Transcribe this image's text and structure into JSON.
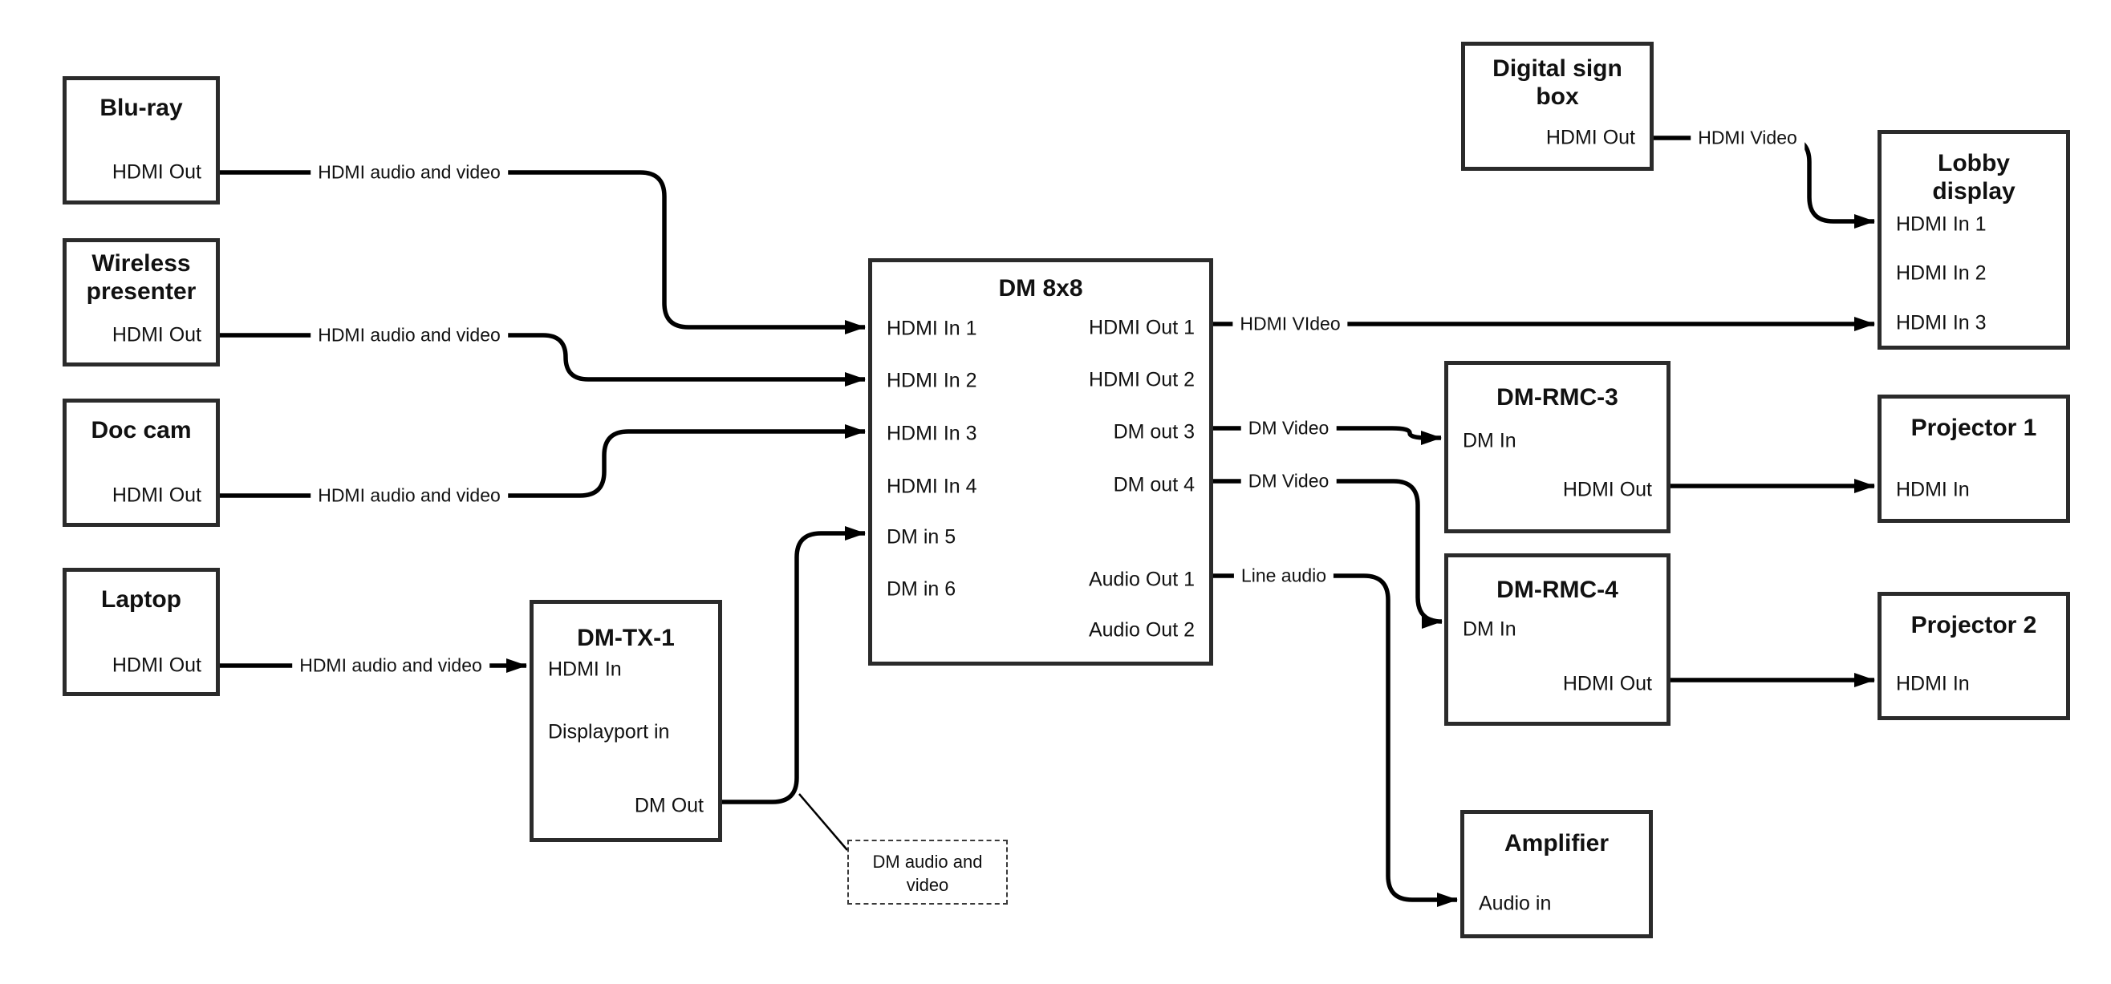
{
  "canvas": {
    "background": "#ffffff",
    "line_color": "#000000",
    "box_border_color": "#2b2b2b",
    "text_color": "#111111"
  },
  "nodes": {
    "bluray": {
      "title": "Blu-ray",
      "ports": {
        "hdmi_out": "HDMI Out"
      }
    },
    "wireless_presenter": {
      "title": "Wireless presenter",
      "ports": {
        "hdmi_out": "HDMI Out"
      }
    },
    "doc_cam": {
      "title": "Doc cam",
      "ports": {
        "hdmi_out": "HDMI Out"
      }
    },
    "laptop": {
      "title": "Laptop",
      "ports": {
        "hdmi_out": "HDMI Out"
      }
    },
    "dm_tx_1": {
      "title": "DM-TX-1",
      "ports": {
        "hdmi_in": "HDMI In",
        "displayport_in": "Displayport in",
        "dm_out": "DM Out"
      }
    },
    "dm_8x8": {
      "title": "DM 8x8",
      "inputs": [
        "HDMI In 1",
        "HDMI In 2",
        "HDMI In 3",
        "HDMI In 4",
        "DM in 5",
        "DM in 6"
      ],
      "outputs": [
        "HDMI Out 1",
        "HDMI Out 2",
        "DM out 3",
        "DM out 4",
        "Audio Out 1",
        "Audio Out 2"
      ]
    },
    "digital_sign_box": {
      "title": "Digital sign box",
      "ports": {
        "hdmi_out": "HDMI Out"
      }
    },
    "lobby_display": {
      "title": "Lobby display",
      "inputs": [
        "HDMI In 1",
        "HDMI In 2",
        "HDMI In 3"
      ]
    },
    "dm_rmc_3": {
      "title": "DM-RMC-3",
      "ports": {
        "dm_in": "DM In",
        "hdmi_out": "HDMI Out"
      }
    },
    "projector_1": {
      "title": "Projector 1",
      "ports": {
        "hdmi_in": "HDMI In"
      }
    },
    "dm_rmc_4": {
      "title": "DM-RMC-4",
      "ports": {
        "dm_in": "DM In",
        "hdmi_out": "HDMI Out"
      }
    },
    "projector_2": {
      "title": "Projector 2",
      "ports": {
        "hdmi_in": "HDMI In"
      }
    },
    "amplifier": {
      "title": "Amplifier",
      "ports": {
        "audio_in": "Audio in"
      }
    }
  },
  "wire_labels": {
    "bluray_to_dm8x8": "HDMI audio and video",
    "wireless_to_dm8x8": "HDMI audio and video",
    "doccam_to_dm8x8": "HDMI audio and video",
    "laptop_to_dmtx": "HDMI audio and video",
    "hdmi_out1": "HDMI VIdeo",
    "dm_out3": "DM Video",
    "dm_out4": "DM Video",
    "audio_out1": "Line audio",
    "sign_to_lobby": "HDMI Video"
  },
  "annotation": {
    "note": "DM audio and video"
  }
}
